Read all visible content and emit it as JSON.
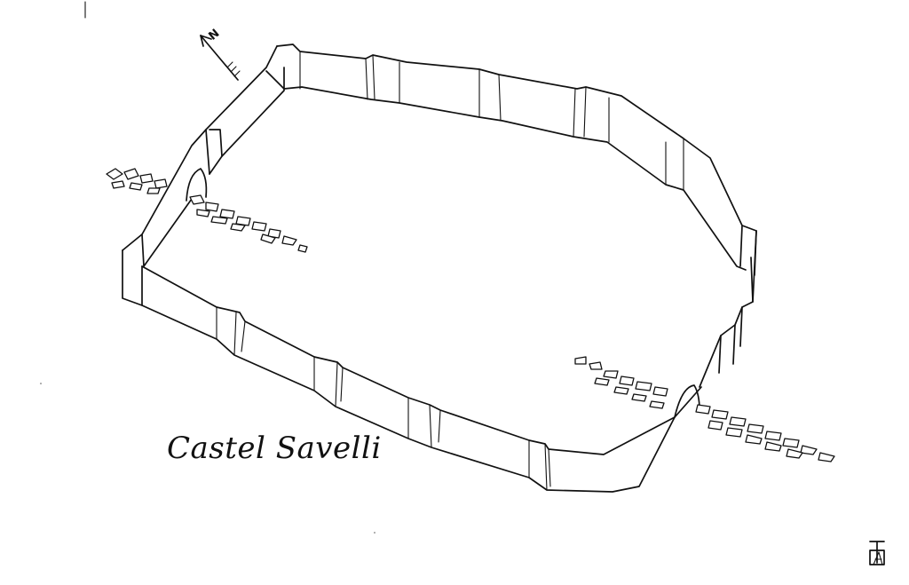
{
  "drawing": {
    "title": "Castel Savelli",
    "north_label": "N",
    "icons": {
      "north_arrow": "compass-north-arrow-icon",
      "signature": "artist-monogram-signature"
    }
  }
}
